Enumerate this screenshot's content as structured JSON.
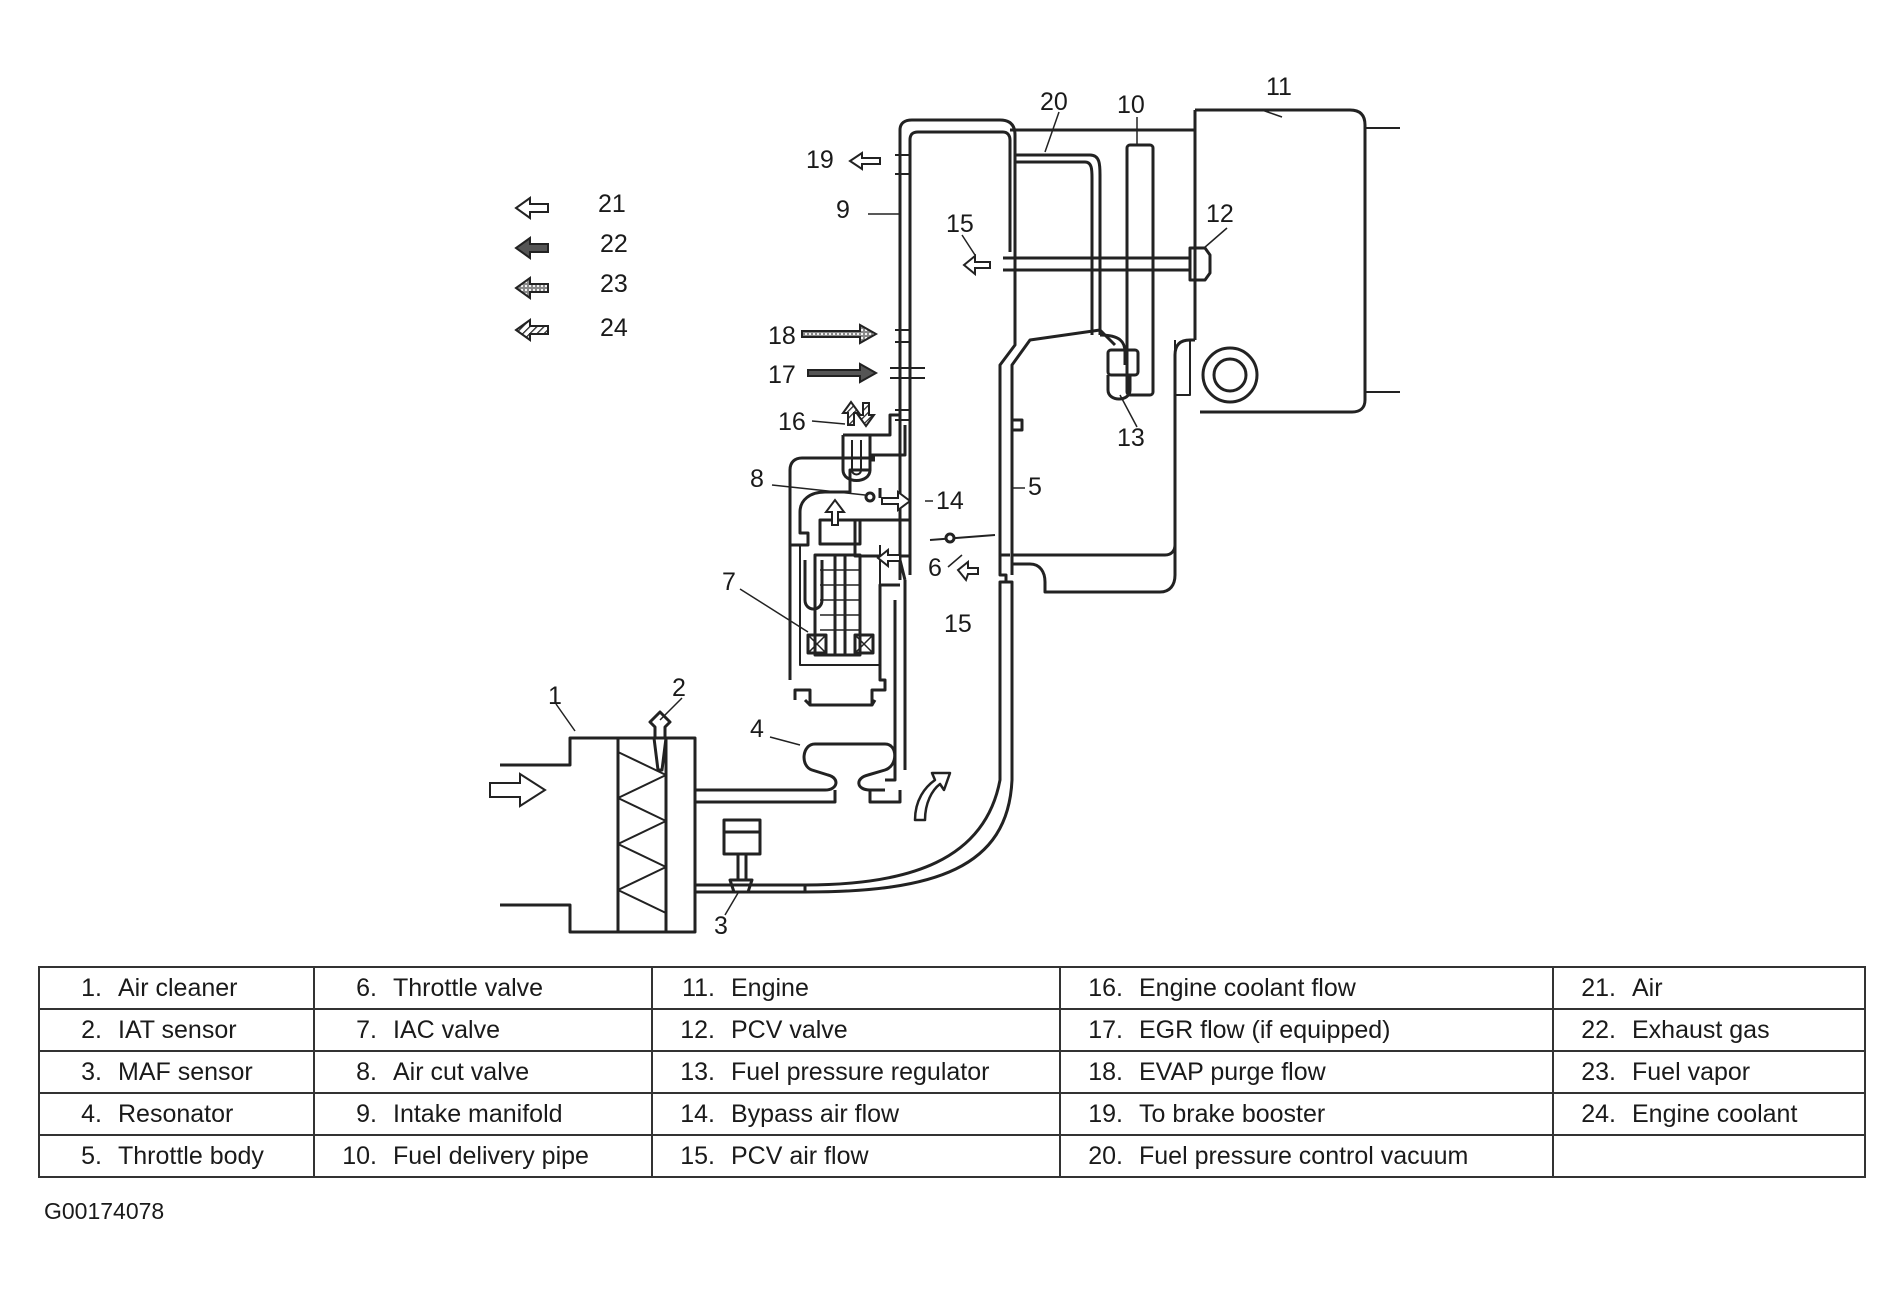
{
  "callouts": {
    "c1": "1",
    "c2": "2",
    "c3": "3",
    "c4": "4",
    "c5": "5",
    "c6": "6",
    "c7": "7",
    "c8": "8",
    "c9": "9",
    "c10": "10",
    "c11": "11",
    "c12": "12",
    "c13": "13",
    "c14": "14",
    "c15a": "15",
    "c15b": "15",
    "c16": "16",
    "c17": "17",
    "c18": "18",
    "c19": "19",
    "c20": "20",
    "key21": "21",
    "key22": "22",
    "key23": "23",
    "key24": "24"
  },
  "legend": [
    [
      {
        "num": "1.",
        "label": "Air cleaner"
      },
      {
        "num": "6.",
        "label": "Throttle valve"
      },
      {
        "num": "11.",
        "label": "Engine"
      },
      {
        "num": "16.",
        "label": "Engine coolant flow"
      },
      {
        "num": "21.",
        "label": "Air"
      }
    ],
    [
      {
        "num": "2.",
        "label": "IAT sensor"
      },
      {
        "num": "7.",
        "label": "IAC valve"
      },
      {
        "num": "12.",
        "label": "PCV valve"
      },
      {
        "num": "17.",
        "label": "EGR flow (if equipped)"
      },
      {
        "num": "22.",
        "label": "Exhaust gas"
      }
    ],
    [
      {
        "num": "3.",
        "label": "MAF sensor"
      },
      {
        "num": "8.",
        "label": "Air cut valve"
      },
      {
        "num": "13.",
        "label": "Fuel pressure regulator"
      },
      {
        "num": "18.",
        "label": "EVAP purge flow"
      },
      {
        "num": "23.",
        "label": "Fuel vapor"
      }
    ],
    [
      {
        "num": "4.",
        "label": "Resonator"
      },
      {
        "num": "9.",
        "label": "Intake manifold"
      },
      {
        "num": "14.",
        "label": "Bypass air flow"
      },
      {
        "num": "19.",
        "label": "To brake booster"
      },
      {
        "num": "24.",
        "label": "Engine coolant"
      }
    ],
    [
      {
        "num": "5.",
        "label": "Throttle body"
      },
      {
        "num": "10.",
        "label": "Fuel delivery pipe"
      },
      {
        "num": "15.",
        "label": "PCV air flow"
      },
      {
        "num": "20.",
        "label": "Fuel pressure control vacuum"
      },
      {
        "num": "",
        "label": ""
      }
    ]
  ],
  "figure_id": "G00174078"
}
